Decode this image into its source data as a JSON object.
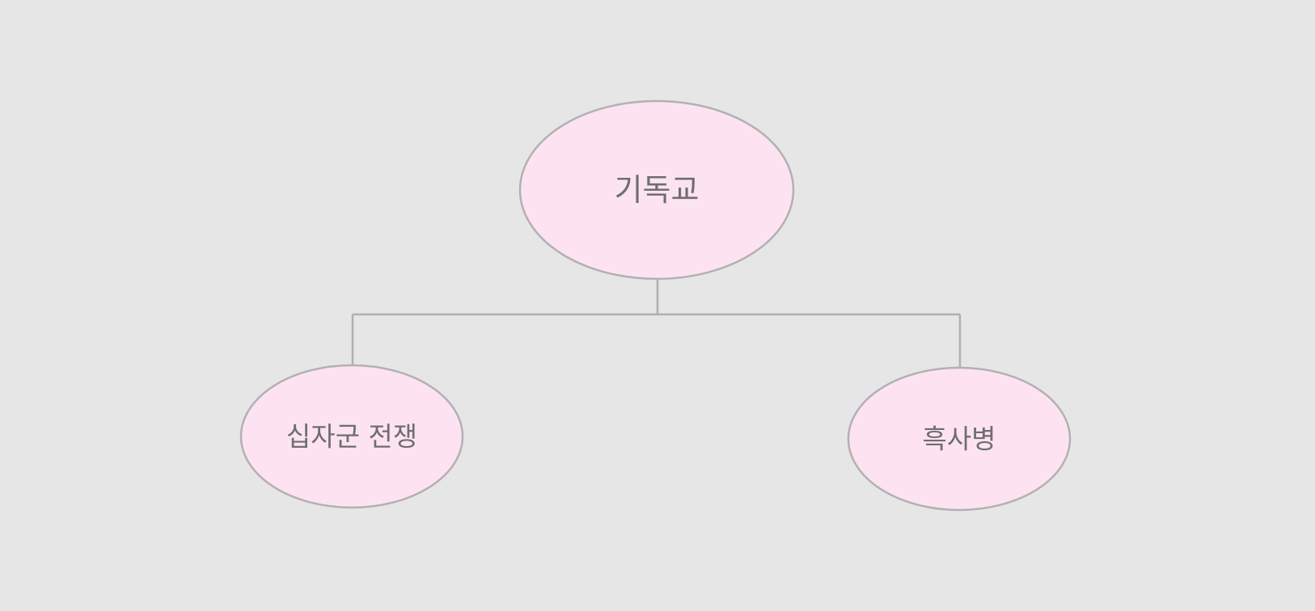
{
  "diagram": {
    "type": "tree",
    "colors": {
      "background": "#e6e6e6",
      "node_fill": "#fde3f1",
      "node_stroke": "#b3b0b3",
      "connector": "#b0b0b0",
      "text": "#6e6e6e"
    },
    "root": {
      "label": "기독교"
    },
    "children": [
      {
        "label": "십자군 전쟁"
      },
      {
        "label": "흑사병"
      }
    ]
  }
}
